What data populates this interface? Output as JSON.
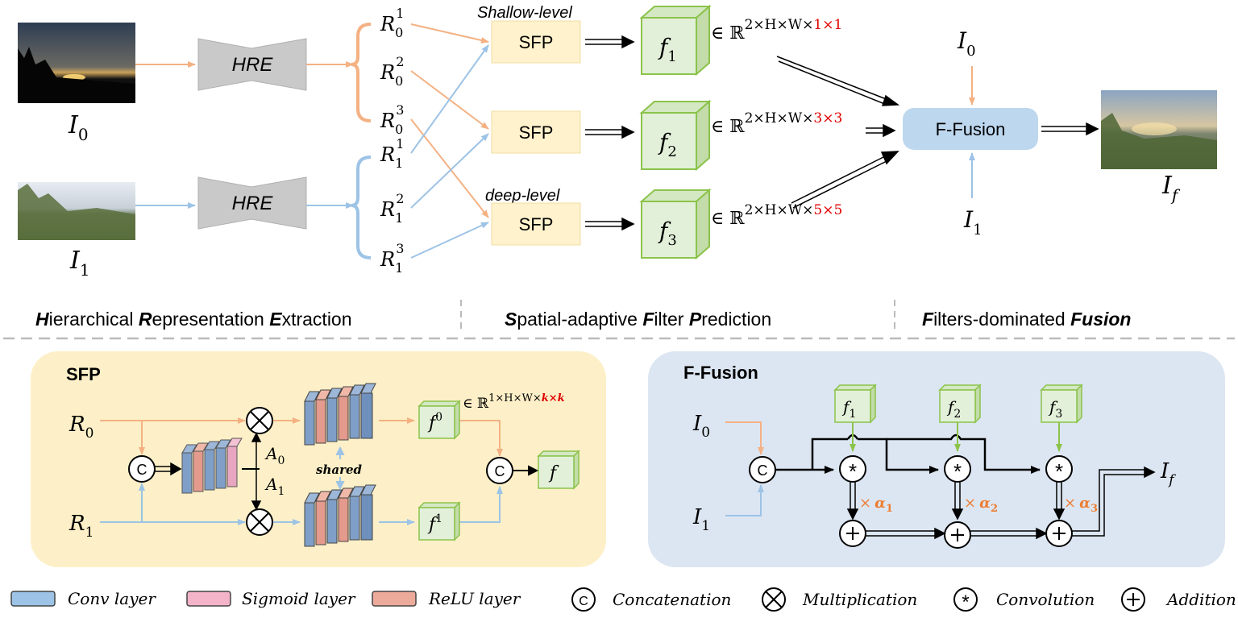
{
  "top": {
    "inputs": {
      "i0": "I",
      "i0_sub": "0",
      "i1": "I",
      "i1_sub": "1"
    },
    "hre_label": "HRE",
    "r_base": "R",
    "r0": [
      {
        "sub": "0",
        "sup": "1"
      },
      {
        "sub": "0",
        "sup": "2"
      },
      {
        "sub": "0",
        "sup": "3"
      }
    ],
    "r1": [
      {
        "sub": "1",
        "sup": "1"
      },
      {
        "sub": "1",
        "sup": "2"
      },
      {
        "sub": "1",
        "sup": "3"
      }
    ],
    "sfp_label": "SFP",
    "shallow_label": "Shallow-level",
    "deep_label": "deep-level",
    "filters": [
      {
        "f": "f",
        "sub": "1",
        "space": "∈ ℝ",
        "dims": "2×H×W×",
        "k": "1×1"
      },
      {
        "f": "f",
        "sub": "2",
        "space": "∈ ℝ",
        "dims": "2×H×W×",
        "k": "3×3"
      },
      {
        "f": "f",
        "sub": "3",
        "space": "∈ ℝ",
        "dims": "2×H×W×",
        "k": "5×5"
      }
    ],
    "ffusion_label": "F-Fusion",
    "output": {
      "i": "I",
      "sub": "f"
    }
  },
  "stages": [
    {
      "lead1": "H",
      "rest1": "ierarchical  ",
      "lead2": "R",
      "rest2": "epresentation ",
      "lead3": "E",
      "rest3": "xtraction"
    },
    {
      "lead1": "S",
      "rest1": "patial-adaptive ",
      "lead2": "F",
      "rest2": "ilter ",
      "lead3": "P",
      "rest3": "rediction"
    },
    {
      "lead1": "F",
      "rest1": "ilters-dominated ",
      "bold2": "Fusion"
    }
  ],
  "sfp_panel": {
    "title": "SFP",
    "r0": "R",
    "r0_sub": "0",
    "r1": "R",
    "r1_sub": "1",
    "a0": "A",
    "a0_sub": "0",
    "a1": "A",
    "a1_sub": "1",
    "shared": "shared",
    "f0": "f",
    "f0_sup": "0",
    "f1": "f",
    "f1_sup": "1",
    "f0_space": "∈ ℝ",
    "f0_dims": "1×H×W×",
    "f0_k": "k×k",
    "f_out": "f",
    "concat_symbol": "C"
  },
  "ffusion_panel": {
    "title": "F-Fusion",
    "i0": "I",
    "i0_sub": "0",
    "i1": "I",
    "i1_sub": "1",
    "filters": [
      {
        "f": "f",
        "sub": "1"
      },
      {
        "f": "f",
        "sub": "2"
      },
      {
        "f": "f",
        "sub": "3"
      }
    ],
    "alphas": [
      {
        "times": "×",
        "a": "α",
        "sub": "1"
      },
      {
        "times": "×",
        "a": "α",
        "sub": "2"
      },
      {
        "times": "×",
        "a": "α",
        "sub": "3"
      }
    ],
    "out": "I",
    "out_sub": "f"
  },
  "legend": [
    {
      "label": "Conv layer",
      "icon": "blue-box-icon"
    },
    {
      "label": "Sigmoid layer",
      "icon": "pink-box-icon"
    },
    {
      "label": "ReLU layer",
      "icon": "salmon-box-icon"
    },
    {
      "label": "Concatenation",
      "icon": "concat-icon"
    },
    {
      "label": "Multiplication",
      "icon": "multiply-icon"
    },
    {
      "label": "Convolution",
      "icon": "convolution-icon"
    },
    {
      "label": "Addition",
      "icon": "addition-icon"
    }
  ],
  "colors": {
    "orange_arrow": "#f4b183",
    "blue_arrow": "#9dc3e6",
    "sfp_box": "#fff2cc",
    "cube_face": "#e2f0d9",
    "cube_edge": "#70ad47",
    "ffusion_box": "#bdd7ee",
    "sfp_panel": "#fdf0c8",
    "ffusion_panel": "#dce6f2",
    "red_text": "#e00000",
    "alpha_orange": "#ed7d31",
    "conv": "#7f9fc8",
    "sigmoid": "#e8a6c0",
    "relu": "#e49a8c"
  }
}
